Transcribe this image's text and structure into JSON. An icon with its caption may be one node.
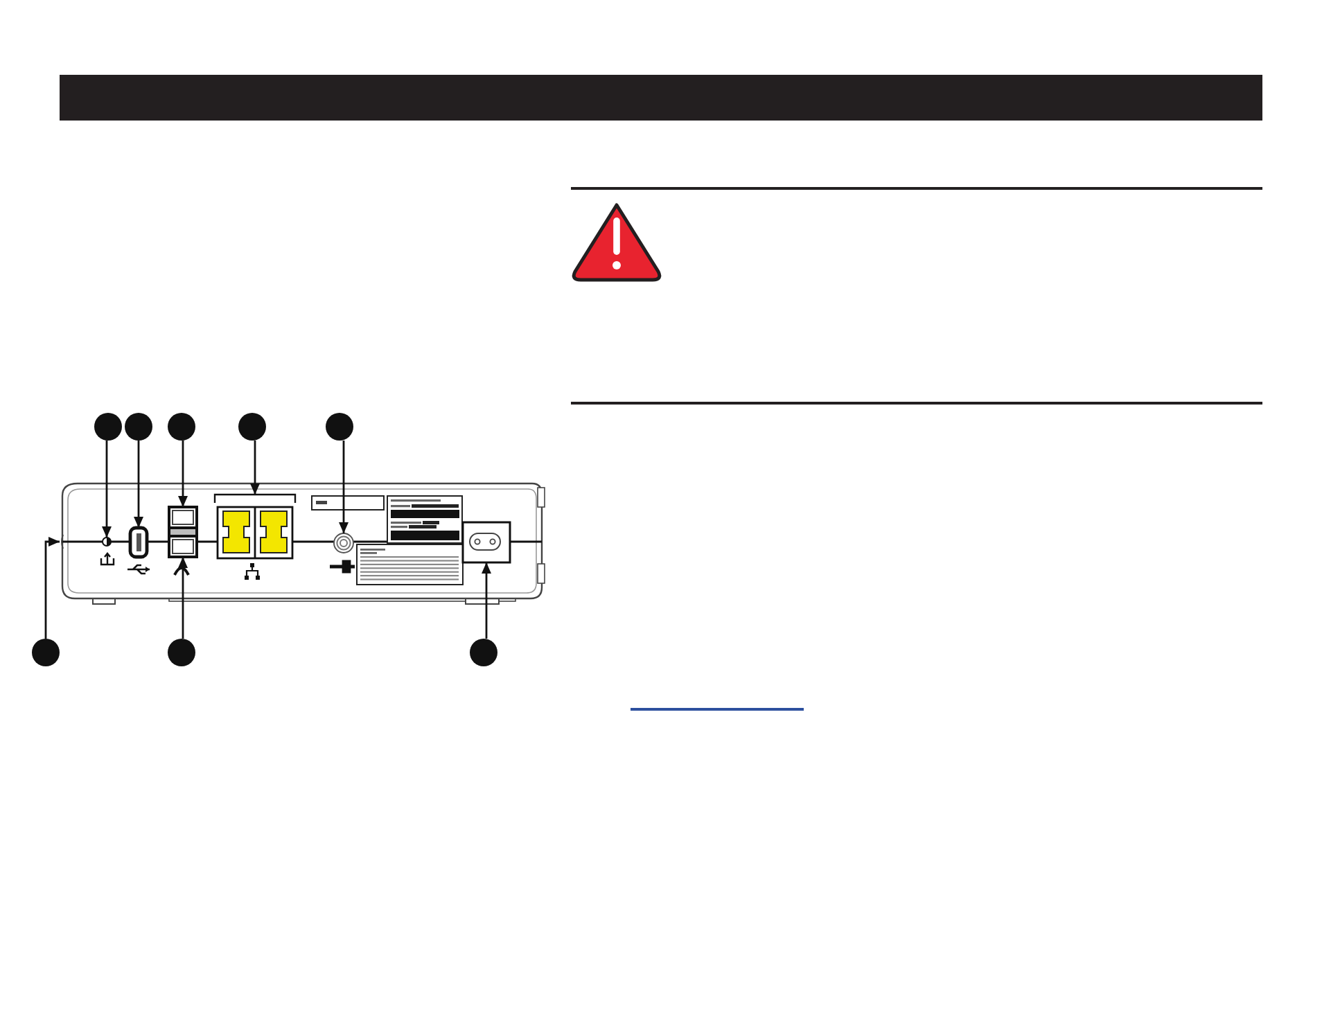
{
  "diagram": {
    "nodes": [
      {
        "text": [],
        "shape": "circle"
      },
      {
        "text": [],
        "shape": "circle"
      },
      {
        "text": [],
        "shape": "circle"
      },
      {
        "text": [],
        "shape": "circle"
      },
      {
        "text": [],
        "shape": "circle"
      },
      {
        "text": [],
        "shape": "picture"
      },
      {
        "text": [],
        "shape": "circle",
        "in": 5
      },
      {
        "text": [],
        "shape": "box",
        "in": 5
      },
      {
        "text": [],
        "shape": "box",
        "in": 5
      },
      {
        "text": [],
        "shape": "box",
        "in": 5
      },
      {
        "text": [],
        "shape": "circle",
        "in": 5
      },
      {
        "text": [],
        "shape": "box",
        "in": 5
      },
      {
        "text": [],
        "shape": "box",
        "in": 5
      },
      {
        "text": [],
        "shape": "circle"
      },
      {
        "text": [],
        "shape": "circle"
      },
      {
        "text": [],
        "shape": "circle"
      }
    ],
    "edges": [
      {
        "from": 0,
        "to": 6,
        "arrow": "to"
      },
      {
        "from": 1,
        "to": 7,
        "arrow": "to"
      },
      {
        "from": 2,
        "to": 8,
        "arrow": "to"
      },
      {
        "from": 3,
        "to": 9,
        "arrow": "to"
      },
      {
        "from": 4,
        "to": 10,
        "arrow": "to"
      },
      {
        "from": 13,
        "to": 5,
        "arrow": "to"
      },
      {
        "from": 14,
        "to": 11,
        "arrow": "to"
      },
      {
        "from": 15,
        "to": 12,
        "arrow": "to"
      }
    ]
  }
}
